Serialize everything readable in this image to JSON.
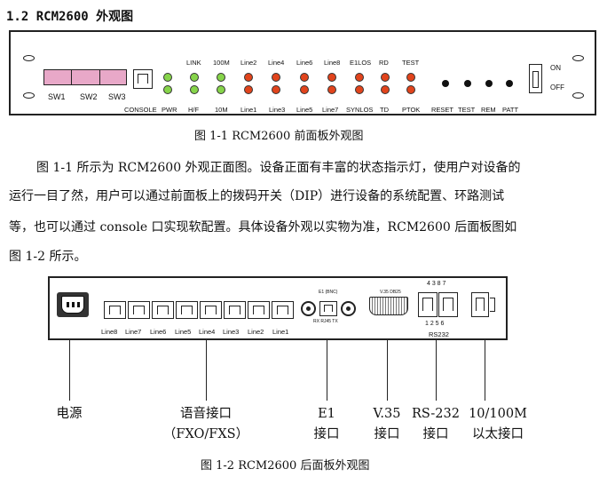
{
  "section_title": "1.2 RCM2600 外观图",
  "front_panel": {
    "switch_labels": [
      "SW1",
      "SW2",
      "SW3"
    ],
    "console_label": "CONSOLE",
    "leds": [
      {
        "top": "",
        "bottom": "PWR",
        "colors": [
          "green",
          "green"
        ]
      },
      {
        "top": "LINK",
        "bottom": "H/F",
        "colors": [
          "green",
          "green"
        ]
      },
      {
        "top": "100M",
        "bottom": "10M",
        "colors": [
          "green",
          "green"
        ]
      },
      {
        "top": "Line2",
        "bottom": "Line1",
        "colors": [
          "red",
          "red"
        ]
      },
      {
        "top": "Line4",
        "bottom": "Line3",
        "colors": [
          "red",
          "red"
        ]
      },
      {
        "top": "Line6",
        "bottom": "Line5",
        "colors": [
          "red",
          "red"
        ]
      },
      {
        "top": "Line8",
        "bottom": "Line7",
        "colors": [
          "red",
          "red"
        ]
      },
      {
        "top": "E1LOS",
        "bottom": "SYNLOS",
        "colors": [
          "red",
          "red"
        ]
      },
      {
        "top": "RD",
        "bottom": "TD",
        "colors": [
          "red",
          "red"
        ]
      },
      {
        "top": "TEST",
        "bottom": "PTOK",
        "colors": [
          "red",
          "red"
        ]
      }
    ],
    "buttons": [
      "RESET",
      "TEST",
      "REM",
      "PATT"
    ],
    "power_on": "ON",
    "power_off": "OFF",
    "colors": {
      "led_green": "#86d44a",
      "led_red": "#e1441c",
      "dip": "#e8a8c8"
    }
  },
  "figure1_caption": "图 1-1 RCM2600 前面板外观图",
  "paragraph": [
    "图 1-1 所示为 RCM2600 外观正面图。设备正面有丰富的状态指示灯，使用户对设备的",
    "运行一目了然，用户可以通过前面板上的拨码开关（DIP）进行设备的系统配置、环路测试",
    "等，也可以通过 console 口实现软配置。具体设备外观以实物为准，RCM2600 后面板图如",
    "图 1-2 所示。"
  ],
  "rear_panel": {
    "line_labels": [
      "Line8",
      "Line7",
      "Line6",
      "Line5",
      "Line4",
      "Line3",
      "Line2",
      "Line1"
    ],
    "e1_label_top": "E1 (BNC)",
    "e1_label_bottom": "RX  RJ45  TX",
    "v35_label": "V.35 DB25",
    "rs232_top": "4 3   8 7",
    "rs232_bottom": "1 2   5 6",
    "rs232_label": "RS232"
  },
  "callouts": [
    {
      "line1": "电源",
      "line2": ""
    },
    {
      "line1": "语音接口",
      "line2": "（FXO/FXS）"
    },
    {
      "line1": "E1",
      "line2": "接口"
    },
    {
      "line1": "V.35",
      "line2": "接口"
    },
    {
      "line1": "RS-232",
      "line2": "接口"
    },
    {
      "line1": "10/100M",
      "line2": "以太接口"
    }
  ],
  "figure2_caption": "图 1-2 RCM2600 后面板外观图"
}
